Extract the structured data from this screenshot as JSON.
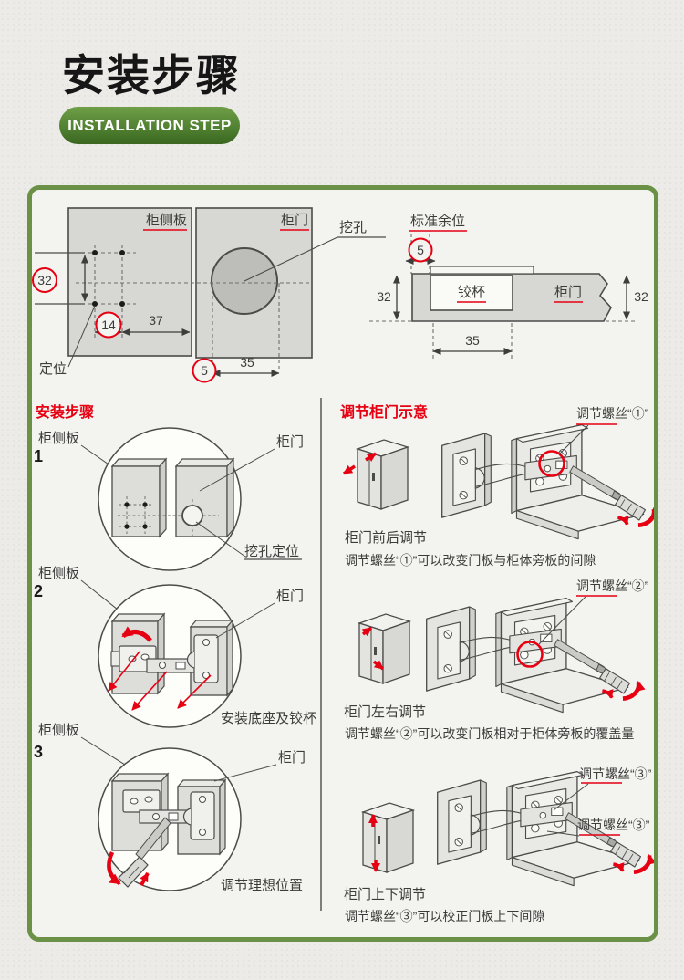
{
  "header": {
    "title": "安装步骤",
    "badge": "INSTALLATION STEP"
  },
  "colors": {
    "accent_red": "#e60012",
    "frame_green": "#6b9147",
    "badge_green_top": "#6f9f47",
    "badge_green_bottom": "#3a661f",
    "panel_gray": "#d7d7d5",
    "line_dark": "#4b4b49"
  },
  "top_left_diagram": {
    "side_panel_label": "柜侧板",
    "door_label": "柜门",
    "drill_hole_label": "挖孔",
    "positioning_label": "定位",
    "dims": {
      "v32": "32",
      "d14": "14",
      "d37": "37",
      "g5": "5",
      "w35": "35"
    }
  },
  "top_right_diagram": {
    "clearance_label": "标准余位",
    "gap5": "5",
    "hinge_cup_label": "铰杯",
    "door_label": "柜门",
    "left32": "32",
    "right32": "32",
    "w35": "35"
  },
  "install_steps": {
    "heading": "安装步骤",
    "steps": [
      {
        "num": "1",
        "side_label": "柜侧板",
        "door_label": "柜门",
        "caption": "挖孔定位"
      },
      {
        "num": "2",
        "side_label": "柜侧板",
        "door_label": "柜门",
        "caption": "安装底座及铰杯"
      },
      {
        "num": "3",
        "side_label": "柜侧板",
        "door_label": "柜门",
        "caption": "调节理想位置"
      }
    ]
  },
  "adjustment": {
    "heading": "调节柜门示意",
    "items": [
      {
        "screw_label": "调节螺丝“①”",
        "title": "柜门前后调节",
        "desc": "调节螺丝“①”可以改变门板与柜体旁板的间隙"
      },
      {
        "screw_label": "调节螺丝“②”",
        "title": "柜门左右调节",
        "desc": "调节螺丝“②”可以改变门板相对于柜体旁板的覆盖量"
      },
      {
        "screw_label": "调节螺丝“③”",
        "screw_label_2": "调节螺丝“③”",
        "title": "柜门上下调节",
        "desc": "调节螺丝“③”可以校正门板上下间隙"
      }
    ]
  }
}
